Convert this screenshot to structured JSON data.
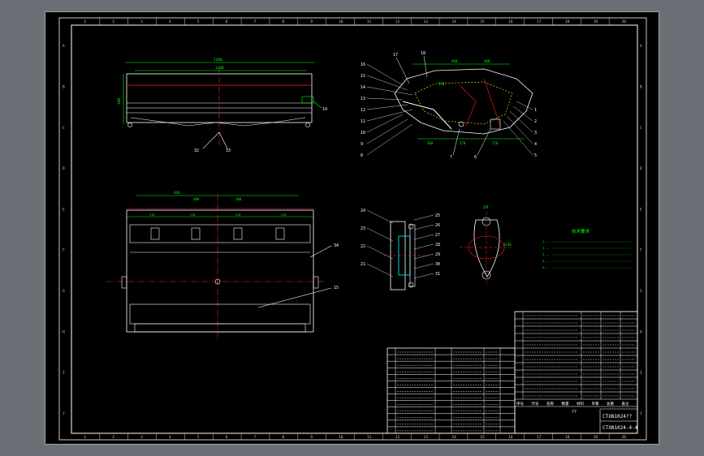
{
  "colors": {
    "background": "#000000",
    "frame": "#c8c8c8",
    "geometry": "#ffffff",
    "dimension": "#00ff00",
    "centerline": "#ff2020",
    "hatch": "#ffff00",
    "accent": "#00ffff"
  },
  "border": {
    "columns": [
      "1",
      "2",
      "3",
      "4",
      "5",
      "6",
      "7",
      "8",
      "9",
      "10",
      "11",
      "12",
      "13",
      "14",
      "15",
      "16",
      "17",
      "18",
      "19",
      "20"
    ],
    "rows": [
      "A",
      "B",
      "C",
      "D",
      "E",
      "F",
      "G",
      "H",
      "I",
      "J"
    ]
  },
  "top_view": {
    "dim_overall": "1360",
    "dim_inner": "1200",
    "dim_height": "340",
    "callouts": [
      "14",
      "32",
      "33"
    ]
  },
  "plan_view": {
    "dims": [
      "440",
      "380",
      "380",
      "270",
      "270",
      "270",
      "270"
    ],
    "callouts": [
      "34",
      "15"
    ]
  },
  "section_view": {
    "callouts_left": [
      "16",
      "15",
      "14",
      "13",
      "12",
      "11",
      "10",
      "9",
      "8"
    ],
    "callouts_top": [
      "17",
      "18"
    ],
    "callouts_right": [
      "1",
      "2",
      "3",
      "4",
      "5"
    ],
    "callouts_bottom": [
      "7",
      "6"
    ],
    "dims": [
      "460",
      "300",
      "300",
      "270",
      "270",
      "210"
    ]
  },
  "detail_view": {
    "callouts_left": [
      "24",
      "23",
      "22",
      "21"
    ],
    "callouts_right": [
      "25",
      "26",
      "27",
      "28",
      "29",
      "30",
      "31"
    ]
  },
  "lever": {
    "callout": "29",
    "dim": "4150"
  },
  "notes": {
    "title": "技术要求",
    "items": [
      "1. ...",
      "2. ...",
      "3. ...",
      "4. ...",
      "5. ..."
    ]
  },
  "title_block": {
    "code_main": "CTXN1024??",
    "code_sub": "CTXN1024-4-4",
    "header": [
      "序号",
      "代号",
      "名称",
      "数量",
      "材料",
      "单重",
      "总重",
      "备注"
    ],
    "left_rows": 13,
    "right_rows": 12,
    "mark": "??"
  }
}
